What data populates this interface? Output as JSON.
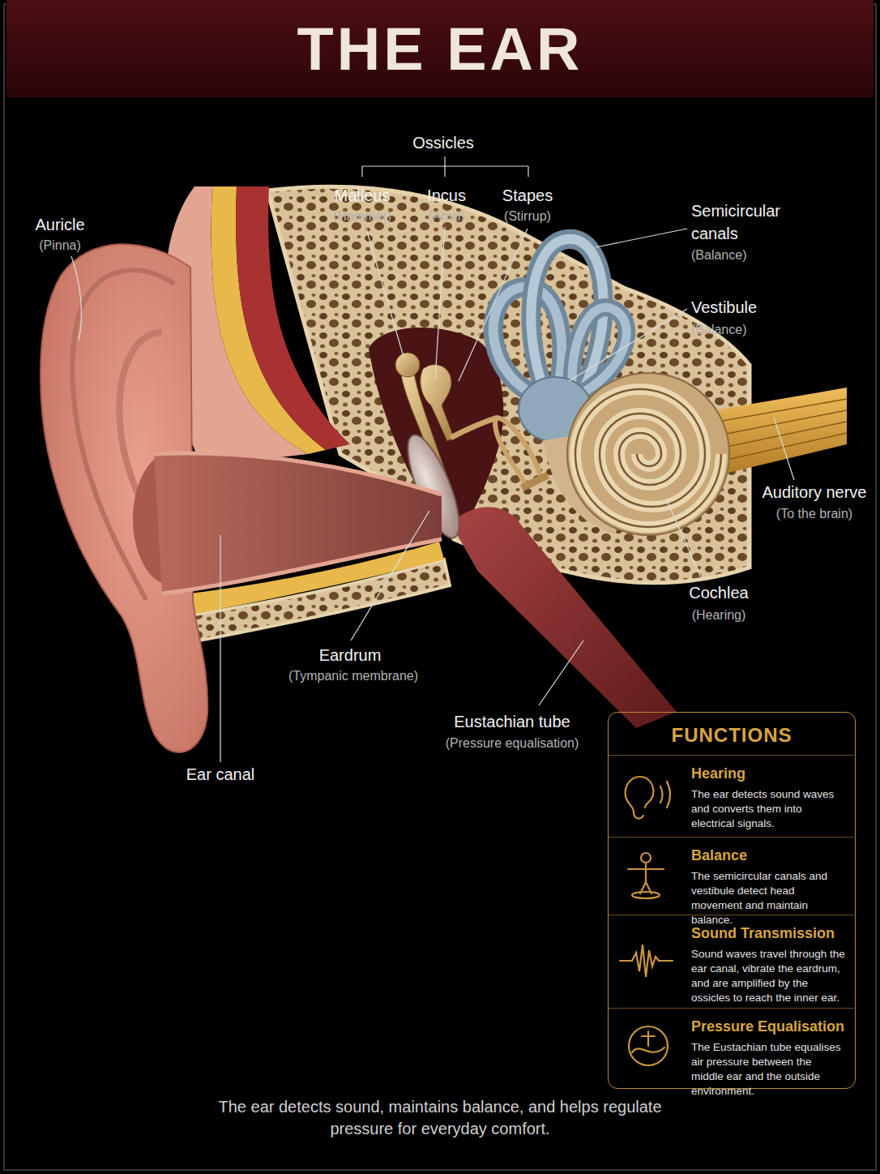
{
  "diagram": {
    "title": "THE EAR",
    "caption": "The ear detects sound, maintains balance, and helps regulate pressure for everyday comfort.",
    "nodes": [
      {
        "text": [
          "FUNCTIONS"
        ]
      },
      {
        "text": [
          "Hearing",
          "The ear detects sound waves and converts them into electrical signals."
        ],
        "in": 0
      },
      {
        "text": [
          "Balance",
          "The semicircular canals and vestibule detect head movement and maintain balance."
        ],
        "in": 0
      },
      {
        "text": [
          "Sound Transmission",
          "Sound waves travel through the ear canal, vibrate the eardrum, and are amplified by the ossicles to reach the inner ear."
        ],
        "in": 0
      },
      {
        "text": [
          "Pressure Equalisation",
          "The Eustachian tube equalises air pressure between the middle ear and the outside environment."
        ],
        "in": 0
      }
    ],
    "labels": [
      "Ossicles",
      "Malleus",
      "(Hammer)",
      "Incus",
      "(Anvil)",
      "Stapes",
      "(Stirrup)",
      "Auricle",
      "(Pinna)",
      "Semicircular canals",
      "(Balance)",
      "Vestibule",
      "(Balance)",
      "Auditory nerve",
      "(To the brain)",
      "Eardrum",
      "(Tympanic membrane)",
      "Cochlea",
      "(Hearing)",
      "Eustachian tube",
      "(Pressure equalisation)",
      "Ear canal"
    ]
  }
}
